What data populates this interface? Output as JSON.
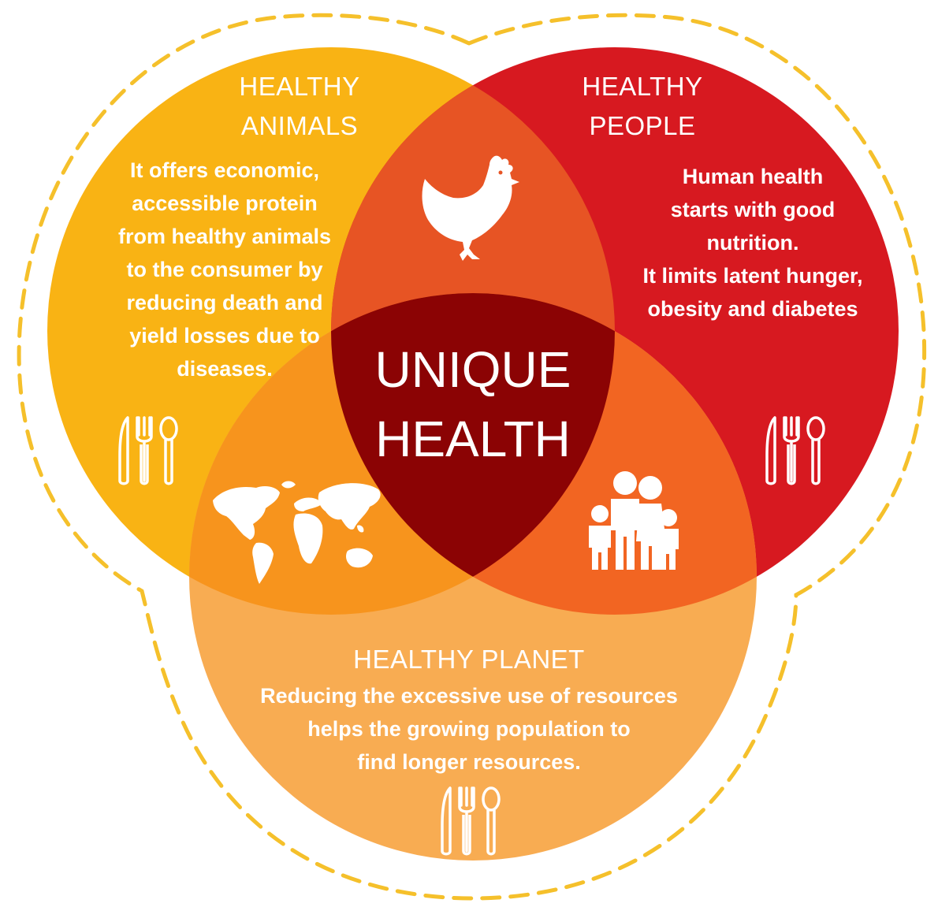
{
  "circles": {
    "animals": {
      "title": "HEALTHY\nANIMALS",
      "text": "It offers economic,\naccessible protein\nfrom healthy animals\nto the consumer by\nreducing death and\nyield losses due to\ndiseases.",
      "color": "#F9B314",
      "icon": "cutlery-icon"
    },
    "people": {
      "title": "HEALTHY\nPEOPLE",
      "text": "Human health\nstarts with good\nnutrition.\nIt limits latent hunger,\nobesity and diabetes",
      "color": "#D71920",
      "icon": "cutlery-icon"
    },
    "planet": {
      "title": "HEALTHY PLANET",
      "text": "Reducing the excessive use of resources\nhelps the growing population to\nfind longer resources.",
      "color": "#F8AC52",
      "icon": "cutlery-icon"
    }
  },
  "center": {
    "label": "UNIQUE\nHEALTH",
    "color": "#8B0304"
  },
  "overlaps": {
    "animals_people": {
      "color": "#E75424",
      "icon": "chicken-icon"
    },
    "animals_planet": {
      "color": "#F7941D",
      "icon": "world-map-icon"
    },
    "people_planet": {
      "color": "#F26522",
      "icon": "family-icon"
    }
  },
  "outline": {
    "color": "#F5C02B",
    "style": "dashed"
  }
}
